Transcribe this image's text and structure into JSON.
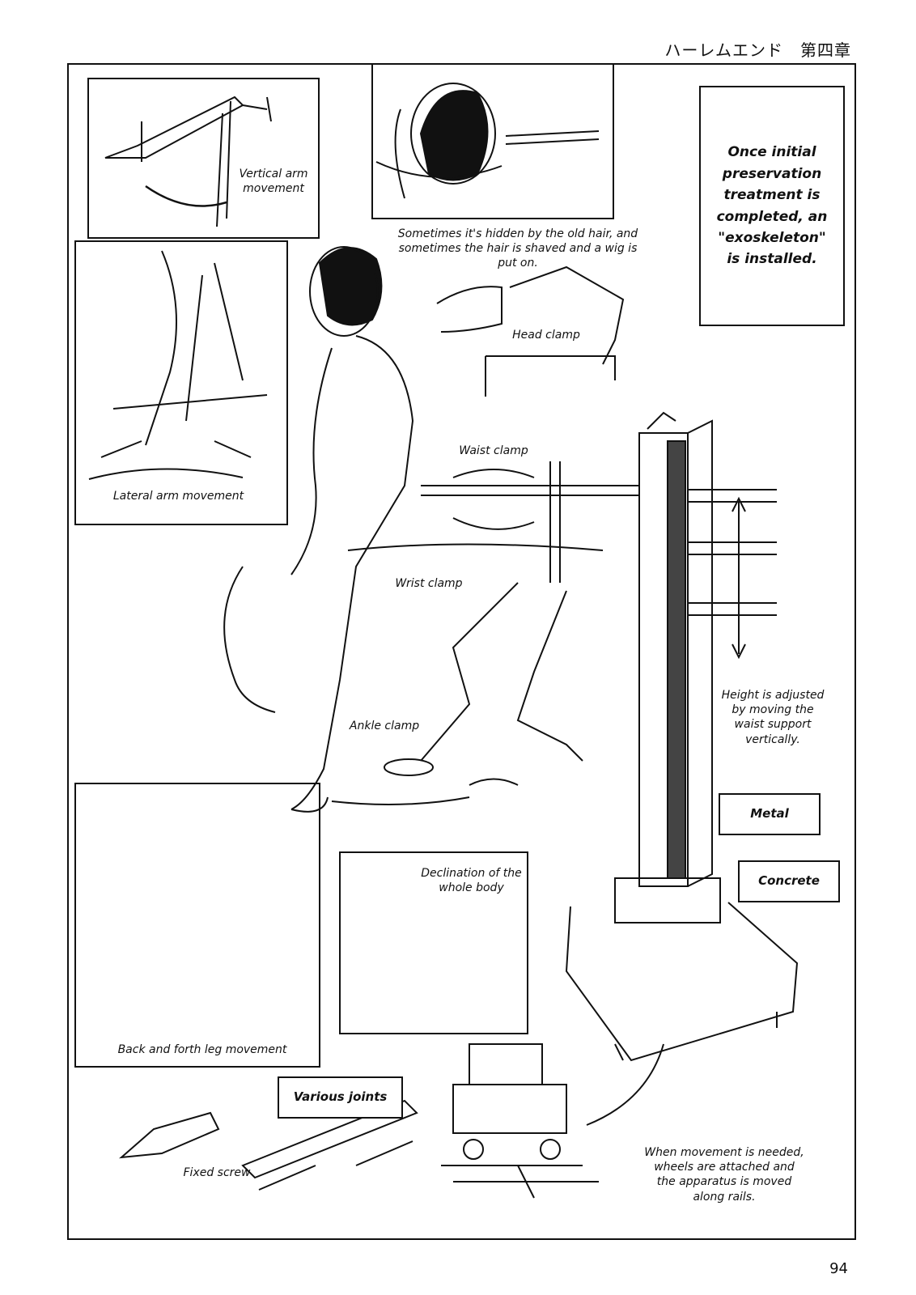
{
  "header": {
    "title": "ハーレムエンド　第四章"
  },
  "page_number": "94",
  "callout": {
    "text": "Once initial preservation treatment is completed, an \"exoskeleton\" is installed."
  },
  "labels": {
    "vertical_arm": "Vertical arm movement",
    "hair_note": "Sometimes it's hidden by the old hair, and sometimes the hair is shaved and a wig is put on.",
    "lateral_arm": "Lateral arm movement",
    "head_clamp": "Head clamp",
    "waist_clamp": "Waist clamp",
    "wrist_clamp": "Wrist clamp",
    "ankle_clamp": "Ankle clamp",
    "height_note": "Height is adjusted by moving the waist support vertically.",
    "metal": "Metal",
    "concrete": "Concrete",
    "declination": "Declination of the whole body",
    "leg_movement": "Back and forth leg movement",
    "various_joints": "Various joints",
    "fixed_screw": "Fixed screw",
    "wheels_note": "When movement is needed, wheels are attached and the apparatus is moved along rails."
  }
}
